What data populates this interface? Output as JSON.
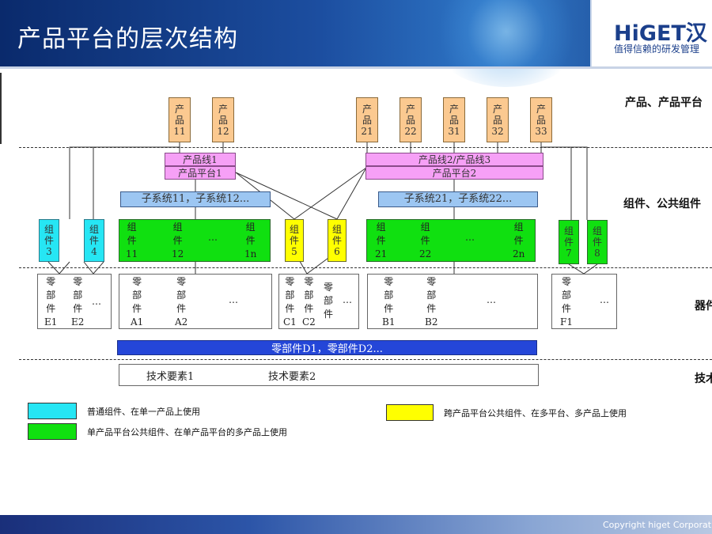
{
  "header": {
    "title": "产品平台的层次结构",
    "logo_text": "HiGET汉",
    "logo_tagline": "值得信赖的研发管理"
  },
  "footer": {
    "copyright": "Copyright  higet  Corporation"
  },
  "layers": {
    "product": "产品、产品平台",
    "component": "组件、公共组件",
    "parts": "器件",
    "tech": "技术"
  },
  "products": [
    [
      "产",
      "品",
      "11"
    ],
    [
      "产",
      "品",
      "12"
    ],
    [
      "产",
      "品",
      "21"
    ],
    [
      "产",
      "品",
      "22"
    ],
    [
      "产",
      "品",
      "31"
    ],
    [
      "产",
      "品",
      "32"
    ],
    [
      "产",
      "品",
      "33"
    ]
  ],
  "platform1": {
    "line": "产品线1",
    "platform": "产品平台1"
  },
  "platform2": {
    "line": "产品线2/产品线3",
    "platform": "产品平台2"
  },
  "subsystems": {
    "left": "子系统11，子系统12...",
    "right": "子系统21，子系统22..."
  },
  "components": {
    "cyan3": [
      "组",
      "件",
      "3"
    ],
    "cyan4": [
      "组",
      "件",
      "4"
    ],
    "green1": [
      [
        "组",
        "件",
        "11"
      ],
      [
        "组",
        "件",
        "12"
      ],
      [
        "组",
        "件",
        "1n"
      ]
    ],
    "yellow5": [
      "组",
      "件",
      "5"
    ],
    "yellow6": [
      "组",
      "件",
      "6"
    ],
    "green2": [
      [
        "组",
        "件",
        "21"
      ],
      [
        "组",
        "件",
        "22"
      ],
      [
        "组",
        "件",
        "2n"
      ]
    ],
    "green7": [
      "组",
      "件",
      "7"
    ],
    "green8": [
      "组",
      "件",
      "8"
    ],
    "ellipsis": "…"
  },
  "parts": {
    "groupE": [
      [
        "零",
        "部",
        "件",
        "E1"
      ],
      [
        "零",
        "部",
        "件",
        "E2"
      ]
    ],
    "groupA": [
      [
        "零",
        "部",
        "件",
        "A1"
      ],
      [
        "零",
        "部",
        "件",
        "A2"
      ]
    ],
    "groupC": [
      [
        "零",
        "部",
        "件",
        "C1"
      ],
      [
        "零",
        "部",
        "件",
        "C2"
      ],
      [
        "零",
        "部",
        "件",
        ""
      ]
    ],
    "groupB": [
      [
        "零",
        "部",
        "件",
        "B1"
      ],
      [
        "零",
        "部",
        "件",
        "B2"
      ]
    ],
    "groupF": [
      [
        "零",
        "部",
        "件",
        "F1"
      ]
    ],
    "ellipsis": "…"
  },
  "shared_parts": "零部件D1，零部件D2...",
  "tech": {
    "t1": "技术要素1",
    "t2": "技术要素2"
  },
  "legend": {
    "cyan": "普通组件、在单一产品上使用",
    "green": "单产品平台公共组件、在单产品平台的多产品上使用",
    "yellow": "跨产品平台公共组件、在多平台、多产品上使用"
  },
  "colors": {
    "product": "#fbc990",
    "platform": "#f6a0f6",
    "subsystem": "#9cc6f2",
    "common_component": "#26e6f4",
    "platform_component": "#10e010",
    "cross_platform_component": "#ffff00",
    "shared_parts_bar": "#2446d8"
  }
}
